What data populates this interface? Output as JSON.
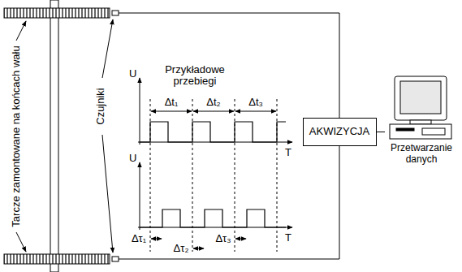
{
  "diagram": {
    "nodes": [
      {
        "text": [
          "AKWIZYCJA"
        ]
      },
      {
        "text": [
          "Przetwarzanie danych"
        ]
      }
    ],
    "edges": [
      {
        "from": 0,
        "to": 1,
        "arrow": "none"
      }
    ],
    "labels": [
      "Tarcze zamontowane na końcach wału",
      "Czujniki",
      "Przykładowe przebiegi",
      "U",
      "Δt₁",
      "Δt₂",
      "Δt₃",
      "T",
      "U",
      "Δτ₁",
      "Δτ₂",
      "Δτ₃",
      "T"
    ]
  }
}
